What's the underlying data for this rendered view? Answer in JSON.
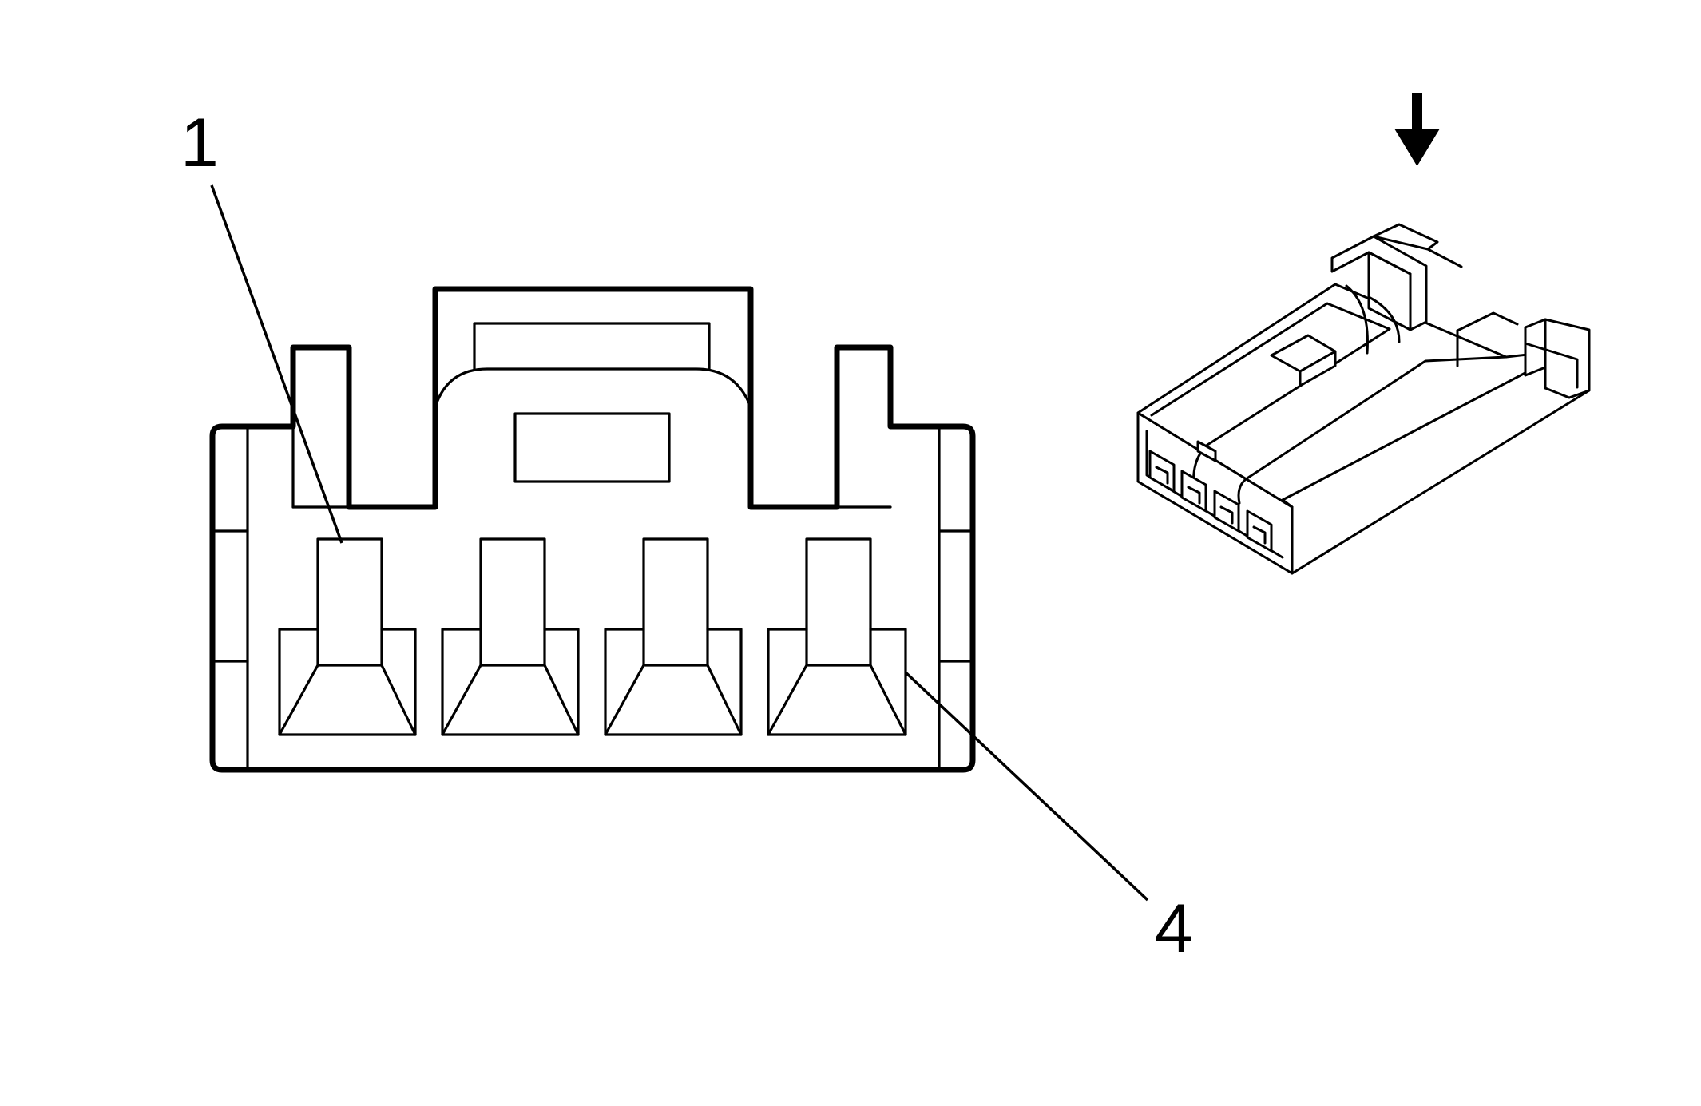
{
  "labels": {
    "pin_first": "1",
    "pin_last": "4"
  },
  "connector": {
    "pin_count": 4
  }
}
